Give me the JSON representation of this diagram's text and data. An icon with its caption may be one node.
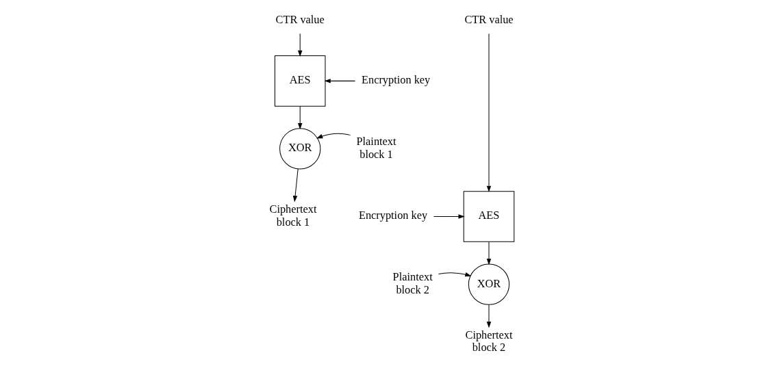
{
  "diagram": {
    "nodes": [
      {
        "text": [
          "CTR value"
        ]
      },
      {
        "text": [
          "Encryption key"
        ]
      },
      {
        "text": [
          "AES"
        ]
      },
      {
        "text": [
          "XOR"
        ]
      },
      {
        "text": [
          "Plaintext block 1"
        ]
      },
      {
        "text": [
          "Ciphertext block 1"
        ]
      },
      {
        "text": [
          "CTR value"
        ]
      },
      {
        "text": [
          "Encryption key"
        ]
      },
      {
        "text": [
          "AES"
        ]
      },
      {
        "text": [
          "XOR"
        ]
      },
      {
        "text": [
          "Plaintext block 2"
        ]
      },
      {
        "text": [
          "Ciphertext block 2"
        ]
      }
    ],
    "edges": [
      {
        "from": 0,
        "to": 2,
        "arrow": "to"
      },
      {
        "from": 1,
        "to": 2,
        "arrow": "to"
      },
      {
        "from": 2,
        "to": 3,
        "arrow": "to"
      },
      {
        "from": 4,
        "to": 3,
        "arrow": "to"
      },
      {
        "from": 3,
        "to": 5,
        "arrow": "to"
      },
      {
        "from": 6,
        "to": 8,
        "arrow": "to"
      },
      {
        "from": 7,
        "to": 8,
        "arrow": "to"
      },
      {
        "from": 8,
        "to": 9,
        "arrow": "to"
      },
      {
        "from": 10,
        "to": 9,
        "arrow": "to"
      },
      {
        "from": 9,
        "to": 11,
        "arrow": "to"
      }
    ]
  }
}
